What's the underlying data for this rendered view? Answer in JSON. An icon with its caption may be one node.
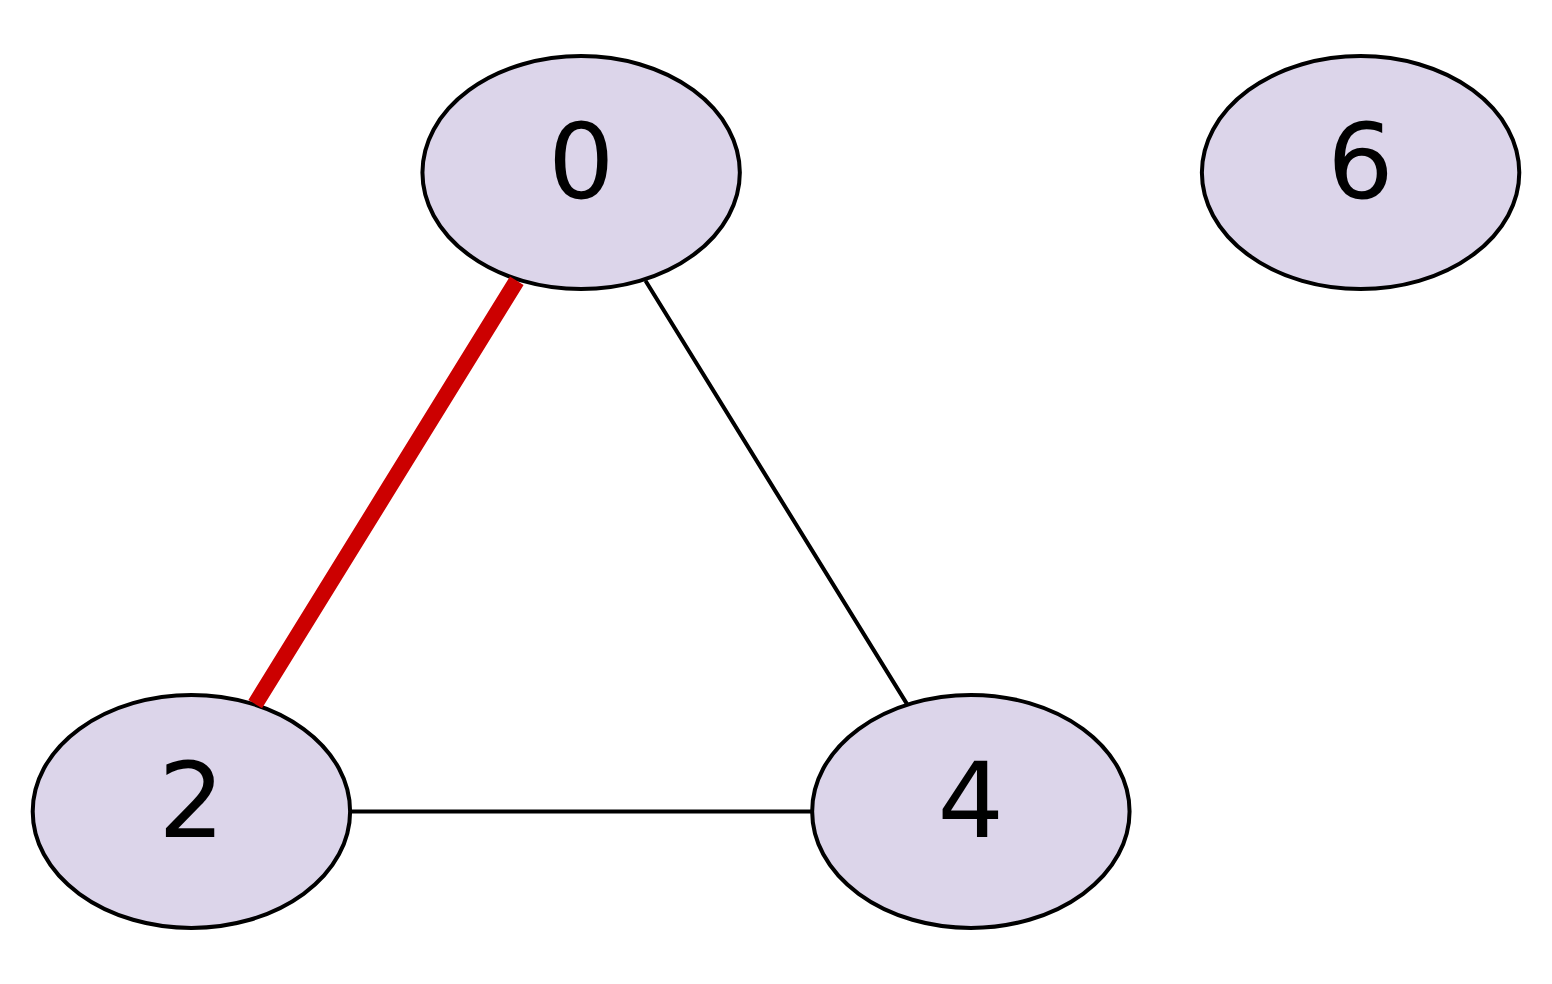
{
  "diagram": {
    "nodes": [
      {
        "text": [
          "0"
        ]
      },
      {
        "text": [
          "6"
        ]
      },
      {
        "text": [
          "2"
        ]
      },
      {
        "text": [
          "4"
        ]
      }
    ],
    "edges": [
      {
        "from": 0,
        "to": 2,
        "arrow": "none",
        "style": "thick",
        "color": "#cc0000"
      },
      {
        "from": 0,
        "to": 3,
        "arrow": "none"
      },
      {
        "from": 2,
        "to": 3,
        "arrow": "none"
      }
    ]
  }
}
